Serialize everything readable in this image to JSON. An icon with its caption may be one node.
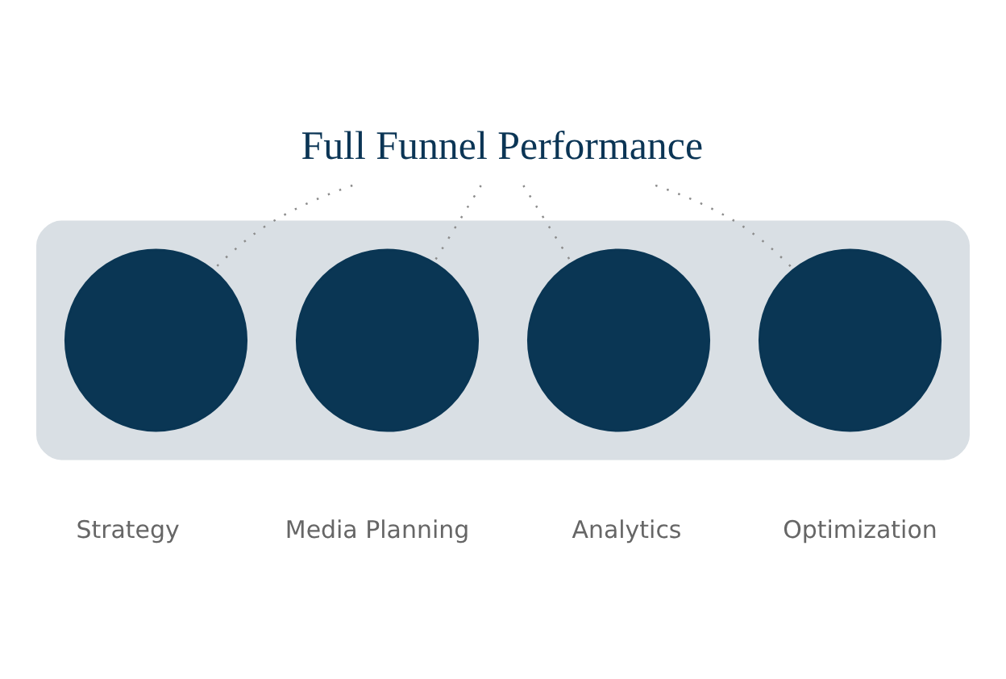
{
  "diagram": {
    "nodes": [
      {
        "text": [
          "Full Funnel Performance"
        ]
      },
      {
        "text": [],
        "shape": "bar"
      },
      {
        "text": [],
        "shape": "circle",
        "in": 1,
        "beside": [
          "Strategy"
        ]
      },
      {
        "text": [],
        "shape": "circle",
        "in": 1,
        "beside": [
          "Media Planning"
        ]
      },
      {
        "text": [],
        "shape": "circle",
        "in": 1,
        "beside": [
          "Analytics"
        ]
      },
      {
        "text": [],
        "shape": "circle",
        "in": 1,
        "beside": [
          "Optimization"
        ]
      }
    ],
    "edges": [
      {
        "from": 0,
        "to": 2,
        "arrow": "none",
        "style": "dashed"
      },
      {
        "from": 0,
        "to": 3,
        "arrow": "none",
        "style": "dashed"
      },
      {
        "from": 0,
        "to": 4,
        "arrow": "none",
        "style": "dashed"
      },
      {
        "from": 0,
        "to": 5,
        "arrow": "none",
        "style": "dashed"
      }
    ]
  }
}
